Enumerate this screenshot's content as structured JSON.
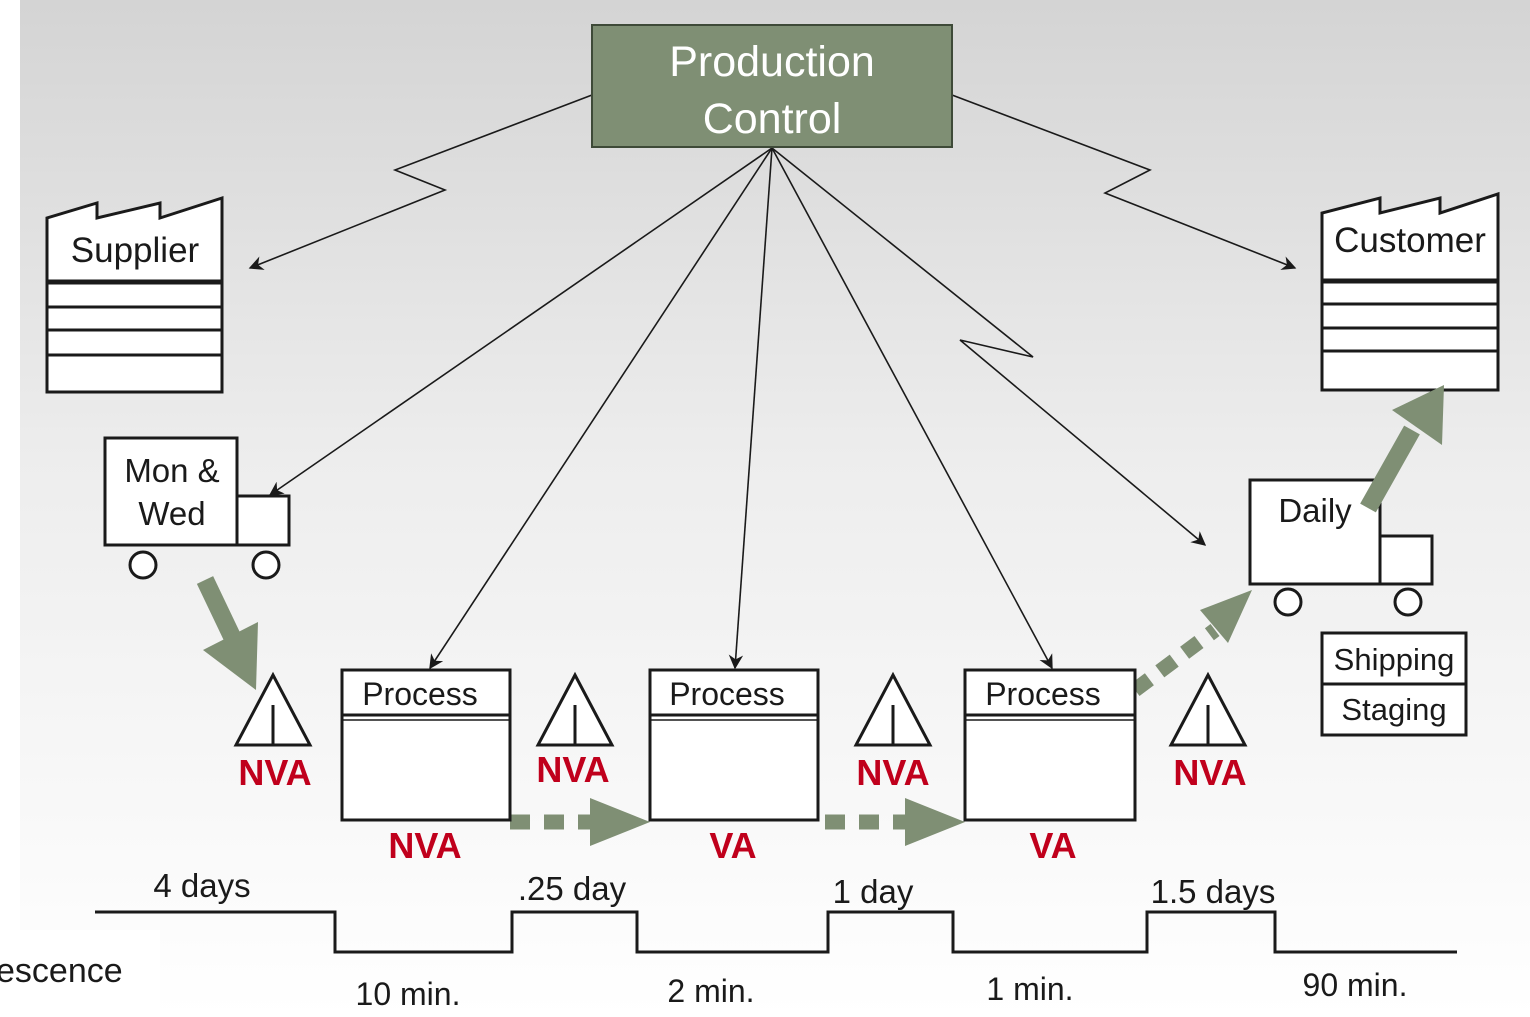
{
  "production_control": {
    "line1": "Production",
    "line2": "Control",
    "fill": "#7f8f74"
  },
  "supplier": {
    "label": "Supplier"
  },
  "customer": {
    "label": "Customer"
  },
  "truck_in": {
    "line1": "Mon &",
    "line2": "Wed"
  },
  "truck_out": {
    "label": "Daily"
  },
  "shipping_box": {
    "line1": "Shipping",
    "line2": "Staging"
  },
  "processes": [
    {
      "label": "Process",
      "class": "NVA"
    },
    {
      "label": "Process",
      "class": "VA"
    },
    {
      "label": "Process",
      "class": "VA"
    }
  ],
  "inventory": [
    {
      "label": "NVA"
    },
    {
      "label": "NVA"
    },
    {
      "label": "NVA"
    },
    {
      "label": "NVA"
    }
  ],
  "timeline": {
    "wait_times": [
      "4 days",
      ".25 day",
      "1 day",
      "1.5 days"
    ],
    "process_times": [
      "10 min.",
      "2 min.",
      "1 min.",
      "90 min."
    ]
  },
  "fragment_text": "escence",
  "colors": {
    "accent_red": "#c0001c",
    "arrow_green": "#7f8f74"
  }
}
